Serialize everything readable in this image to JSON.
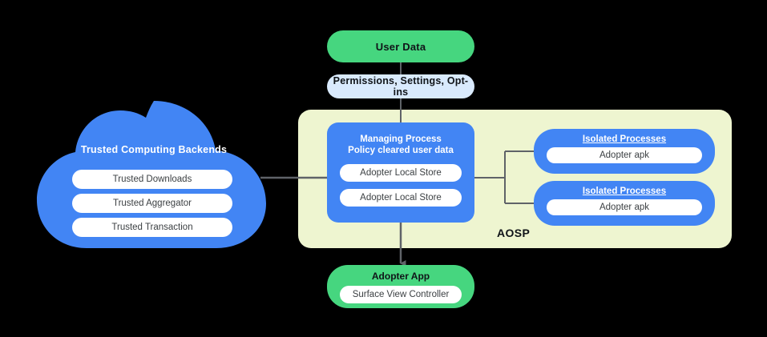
{
  "diagram": {
    "title": "AOSP adopter data flow architecture",
    "colors": {
      "background": "#000000",
      "green": "#46d67f",
      "blue": "#4285f4",
      "light_blue": "#d9eafd",
      "pale_yellow": "#eef5d0",
      "connector_gray": "#5f6368",
      "white": "#ffffff"
    }
  },
  "user_data": {
    "label": "User Data"
  },
  "permissions": {
    "label": "Permissions,  Settings, Opt-ins"
  },
  "aosp": {
    "label": "AOSP"
  },
  "managing_process": {
    "title": "Managing Process\nPolicy cleared user data",
    "stores": [
      {
        "label": "Adopter Local Store"
      },
      {
        "label": "Adopter Local Store"
      }
    ]
  },
  "isolated_processes": [
    {
      "title": "Isolated Processes",
      "apk": "Adopter apk"
    },
    {
      "title": "Isolated Processes",
      "apk": "Adopter apk"
    }
  ],
  "cloud": {
    "title": "Trusted Computing Backends",
    "services": [
      {
        "label": "Trusted Downloads"
      },
      {
        "label": "Trusted Aggregator"
      },
      {
        "label": "Trusted Transaction"
      }
    ]
  },
  "adopter_app": {
    "title": "Adopter App",
    "component": "Surface View Controller"
  }
}
